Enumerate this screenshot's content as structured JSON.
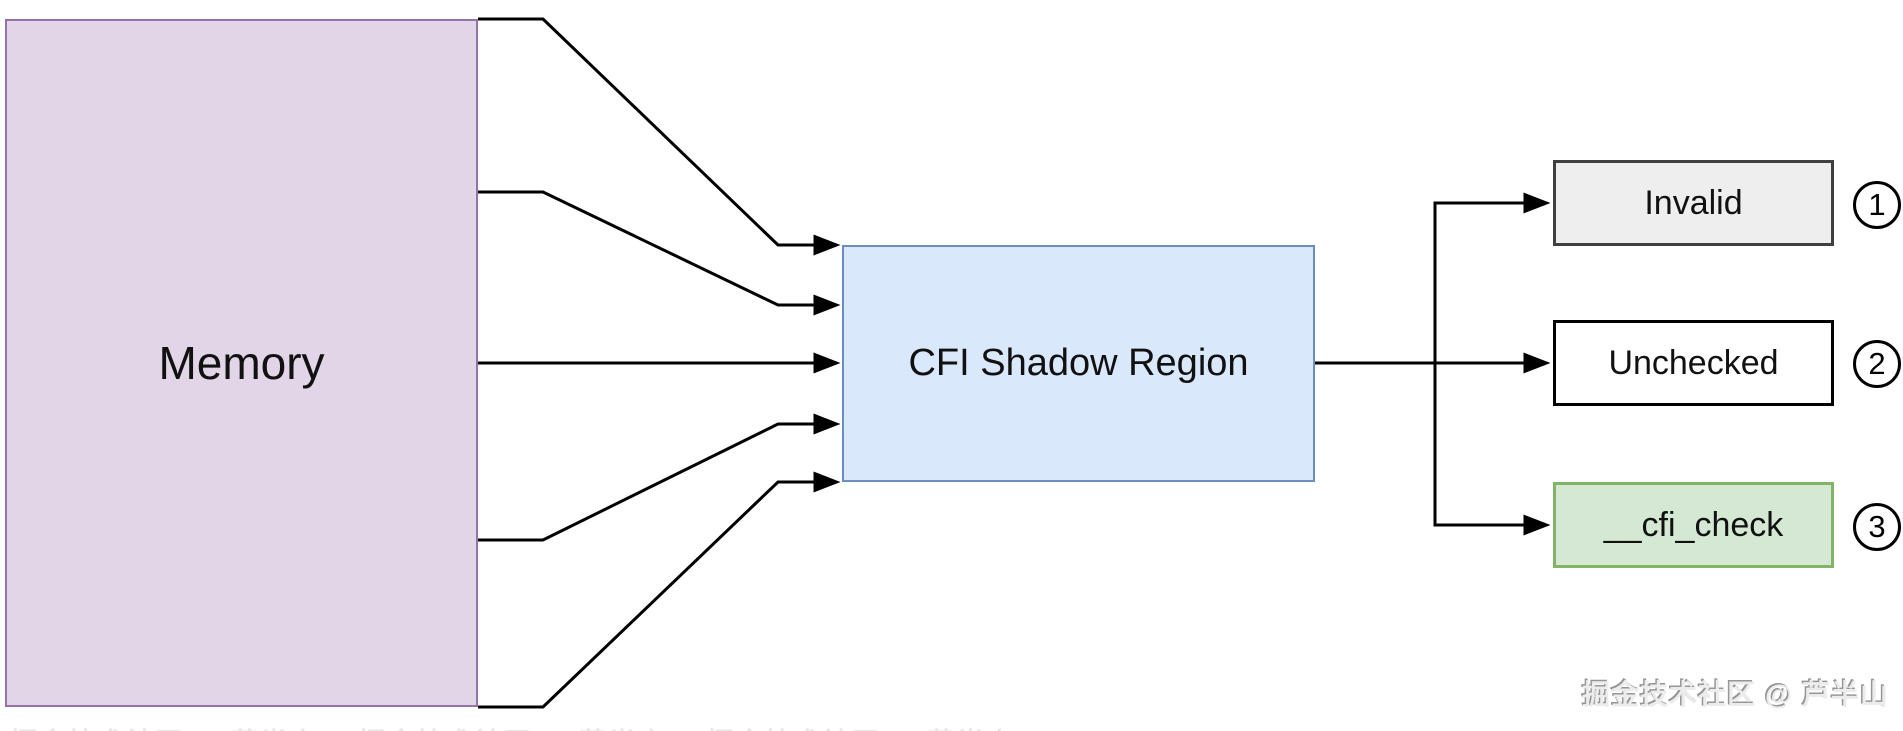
{
  "canvas": {
    "background": "#ffffff"
  },
  "nodes": {
    "memory": {
      "label": "Memory",
      "fill": "#e1d5e7",
      "border": "#9673a6"
    },
    "cfi_shadow_region": {
      "label": "CFI Shadow Region",
      "fill": "#dae8fc",
      "border": "#6c8ebf"
    },
    "invalid": {
      "label": "Invalid",
      "fill": "#eeeeee",
      "border": "#404040"
    },
    "unchecked": {
      "label": "Unchecked",
      "fill": "#ffffff",
      "border": "#000000"
    },
    "cfi_check": {
      "label": "__cfi_check",
      "fill": "#d5e8d4",
      "border": "#82b366"
    }
  },
  "badges": {
    "invalid": "1",
    "unchecked": "2",
    "cfi_check": "3"
  },
  "edge_color": "#000000",
  "watermark": {
    "text": "掘金技术社区 @ 芦半山",
    "color": "#b5b5b5"
  }
}
